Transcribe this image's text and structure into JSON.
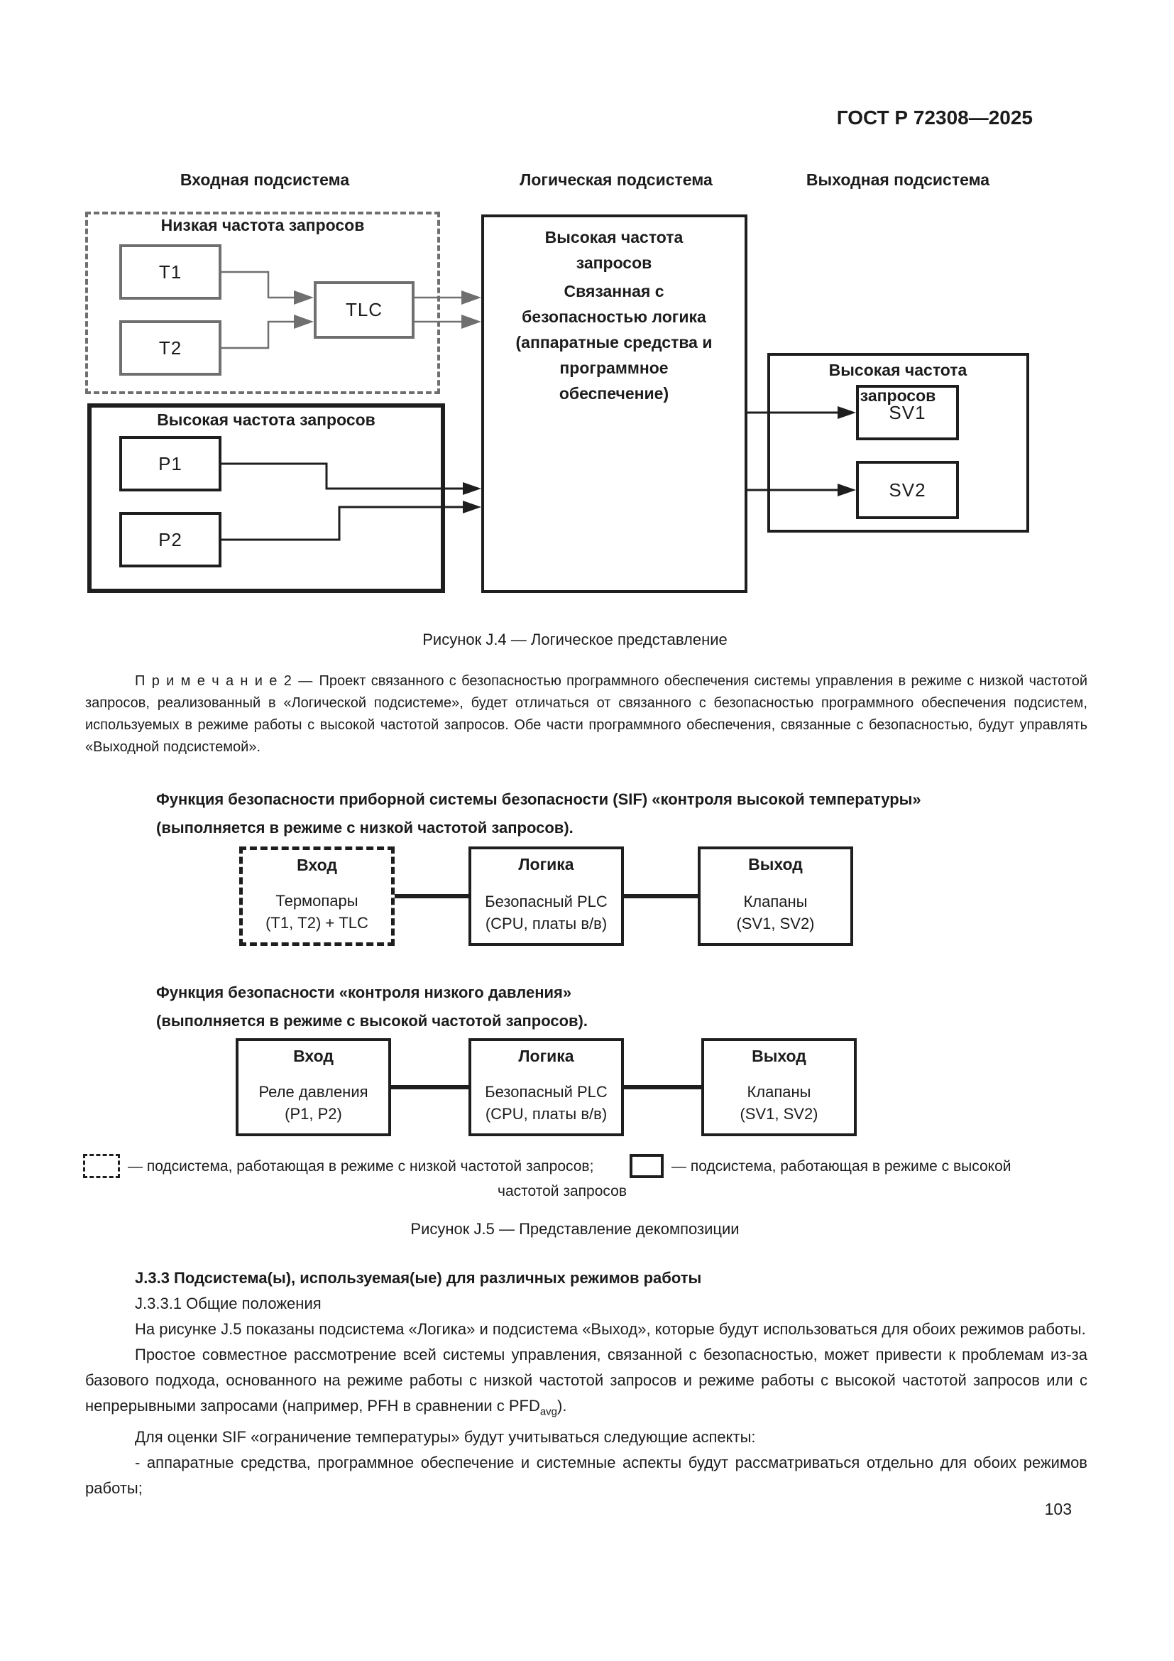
{
  "page": {
    "header": "ГОСТ Р 72308—2025",
    "page_number": "103"
  },
  "colors": {
    "gray_stroke": "#6f6f6f",
    "black_stroke": "#1e1e1e",
    "text": "#1c1c1c",
    "background": "#ffffff"
  },
  "figure_j4": {
    "columns": {
      "input": "Входная подсистема",
      "logic": "Логическая подсистема",
      "output": "Выходная подсистема"
    },
    "low_demand_group": {
      "title": "Низкая частота запросов",
      "t1": "T1",
      "t2": "T2",
      "tlc": "TLC"
    },
    "high_demand_group": {
      "title": "Высокая частота запросов",
      "p1": "P1",
      "p2": "P2"
    },
    "logic_box": {
      "title": "Высокая частота запросов",
      "body": "Связанная с безопасностью логика (аппаратные средства и программное обеспечение)"
    },
    "output_box": {
      "title": "Высокая частота запросов",
      "sv1": "SV1",
      "sv2": "SV2"
    },
    "caption": "Рисунок J.4 — Логическое представление"
  },
  "note": {
    "label": "П р и м е ч а н и е   2 — ",
    "text": "Проект связанного с безопасностью программного обеспечения системы управления в режиме с низкой частотой запросов, реализованный в «Логической подсистеме», будет отличаться от связанного с безопасностью программного обеспечения подсистем, используемых в режиме работы с высокой частотой запросов. Обе части программного обеспечения, связанные с безопасностью, будут управлять «Выходной подсистемой»."
  },
  "sif1": {
    "heading_line1": "Функция безопасности приборной системы безопасности (SIF) «контроля высокой температуры»",
    "heading_line2": "(выполняется в режиме с низкой частотой запросов).",
    "input": {
      "title": "Вход",
      "line1": "Термопары",
      "line2": "(Т1, Т2) + TLC"
    },
    "logic": {
      "title": "Логика",
      "line1": "Безопасный PLC",
      "line2": "(CPU, платы в/в)"
    },
    "output": {
      "title": "Выход",
      "line1": "Клапаны",
      "line2": "(SV1, SV2)"
    }
  },
  "sif2": {
    "heading_line1": "Функция безопасности «контроля низкого давления»",
    "heading_line2": "(выполняется в режиме с высокой частотой запросов).",
    "input": {
      "title": "Вход",
      "line1": "Реле давления",
      "line2": "(Р1, Р2)"
    },
    "logic": {
      "title": "Логика",
      "line1": "Безопасный PLC",
      "line2": "(CPU, платы в/в)"
    },
    "output": {
      "title": "Выход",
      "line1": "Клапаны",
      "line2": "(SV1, SV2)"
    }
  },
  "legend": {
    "low_text": "— подсистема, работающая в режиме с низкой частотой запросов;",
    "high_text_line1": "— подсистема, работающая в режиме с высокой",
    "high_text_line2": "частотой запросов"
  },
  "figure_j5": {
    "caption": "Рисунок J.5 — Представление декомпозиции"
  },
  "section": {
    "heading": "J.3.3 Подсистема(ы), используемая(ые) для различных режимов работы",
    "subheading": "J.3.3.1 Общие положения",
    "p1": "На рисунке J.5 показаны подсистема «Логика» и подсистема «Выход», которые будут использоваться для обоих режимов работы.",
    "p2_pre": "Простое совместное рассмотрение всей системы управления, связанной с безопасностью, может привести к проблемам из-за базового подхода, основанного на режиме работы с низкой частотой запросов и режиме работы с высокой частотой запросов или с непрерывными запросами (например, PFH в сравнении с PFD",
    "p2_sub": "avg",
    "p2_post": ").",
    "p3": "Для оценки SIF «ограничение температуры» будут учитываться следующие аспекты:",
    "p4": "- аппаратные средства, программное обеспечение и системные аспекты будут рассматриваться отдельно для обоих режимов работы;"
  }
}
